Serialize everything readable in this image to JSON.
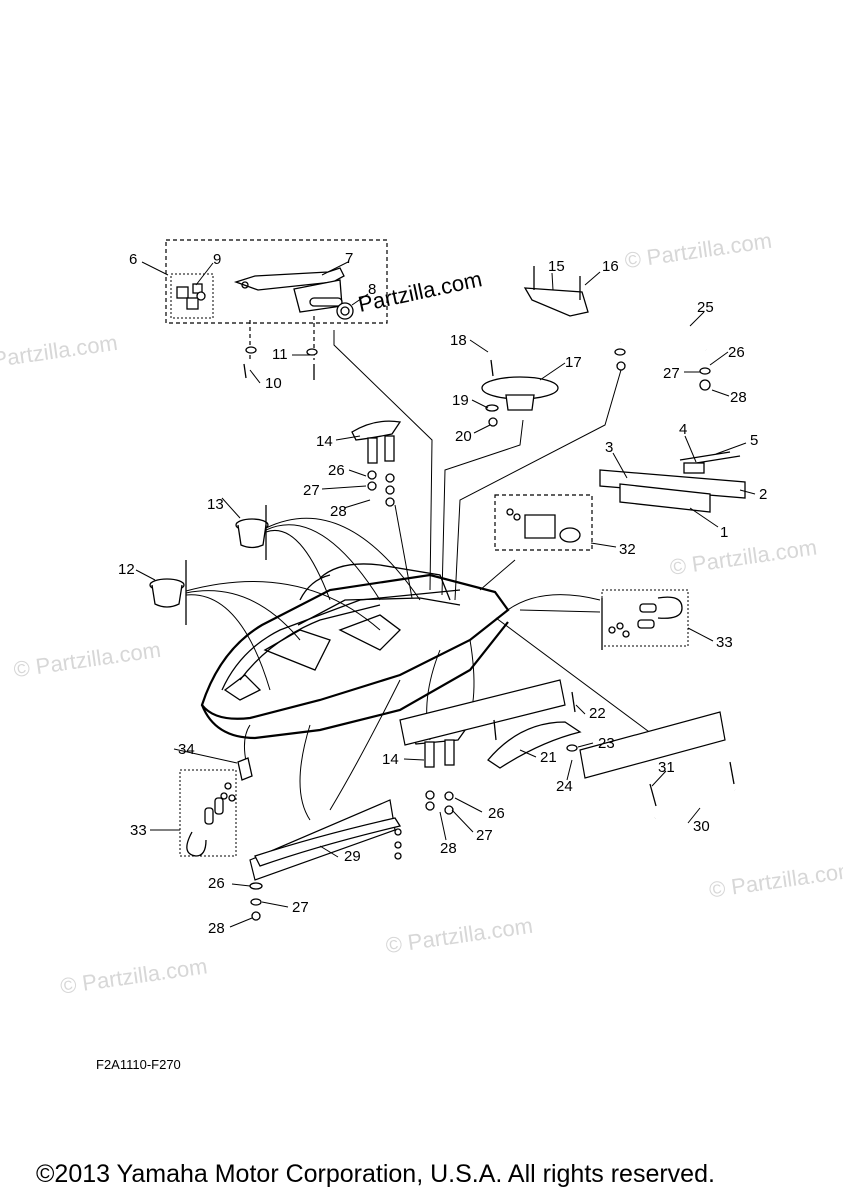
{
  "watermark": {
    "text": "© Partzilla.com",
    "main_text": "Partzilla.com"
  },
  "callouts": {
    "c1": "1",
    "c2": "2",
    "c3": "3",
    "c4": "4",
    "c5": "5",
    "c6": "6",
    "c7": "7",
    "c8": "8",
    "c9": "9",
    "c10": "10",
    "c11": "11",
    "c12": "12",
    "c13": "13",
    "c14a": "14",
    "c14b": "14",
    "c15": "15",
    "c16": "16",
    "c17": "17",
    "c18": "18",
    "c19": "19",
    "c20": "20",
    "c21": "21",
    "c22": "22",
    "c23": "23",
    "c24": "24",
    "c25": "25",
    "c26a": "26",
    "c26b": "26",
    "c26c": "26",
    "c26d": "26",
    "c27a": "27",
    "c27b": "27",
    "c27c": "27",
    "c27d": "27",
    "c28a": "28",
    "c28b": "28",
    "c28c": "28",
    "c28d": "28",
    "c29": "29",
    "c30": "30",
    "c31": "31",
    "c32": "32",
    "c33a": "33",
    "c33b": "33",
    "c34": "34"
  },
  "diagram_code": "F2A1110-F270",
  "copyright": "©2013 Yamaha Motor Corporation, U.S.A. All rights reserved."
}
